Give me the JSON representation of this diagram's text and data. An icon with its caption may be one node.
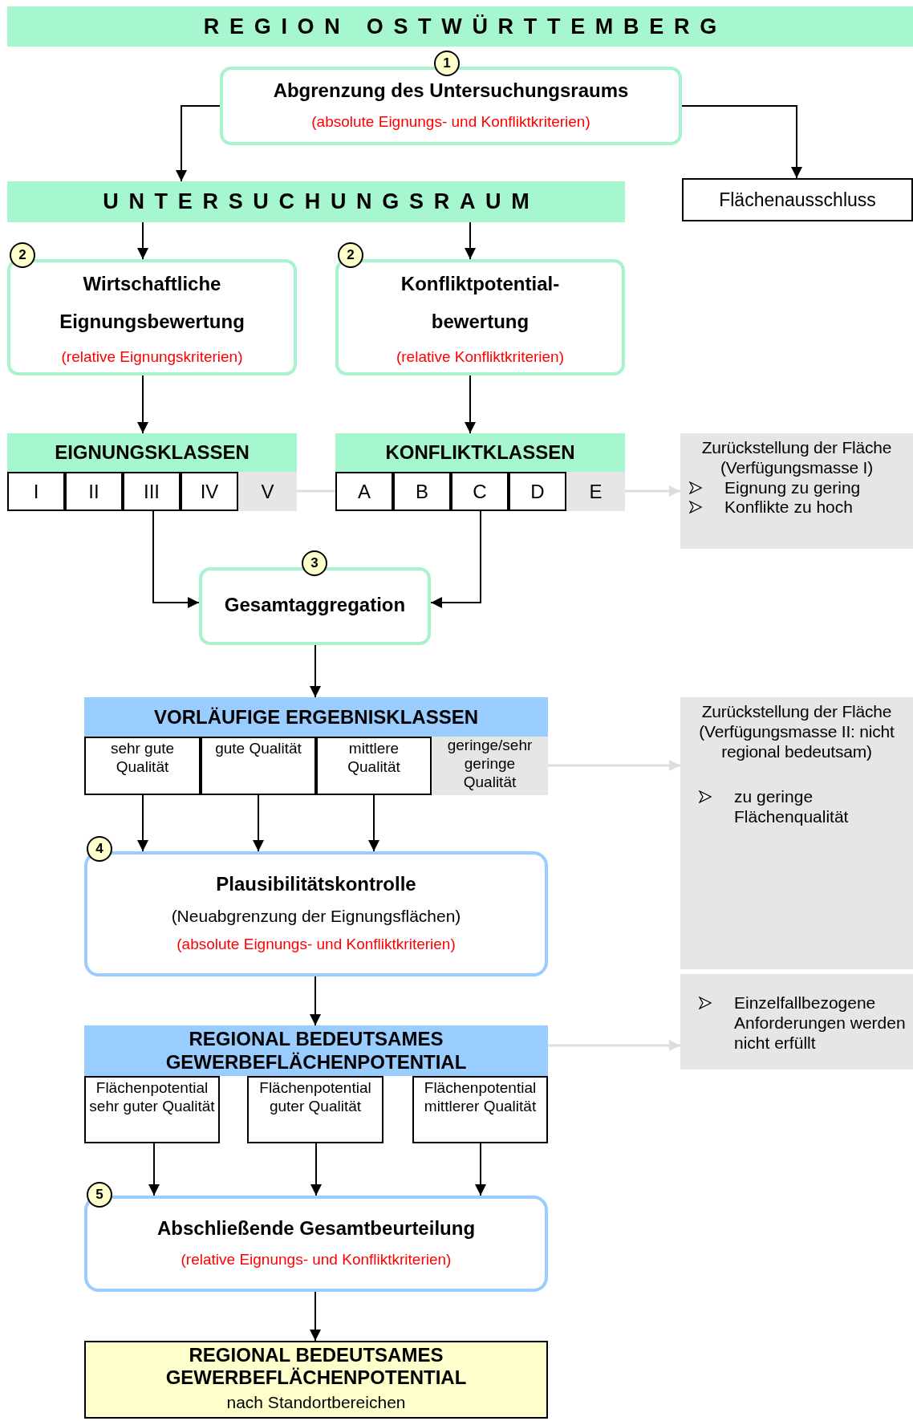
{
  "diagram": {
    "nodes": [
      {
        "text": [
          "REGION OSTWÜRTTEMBERG"
        ]
      },
      {
        "text": [
          "Abgrenzung des Untersuchungsraums",
          "(absolute Eignungs- und Konfliktkriterien)"
        ]
      },
      {
        "text": [
          "UNTERSUCHUNGSRAUM"
        ]
      },
      {
        "text": [
          "Flächenausschluss"
        ]
      },
      {
        "text": [
          "Wirtschaftliche Eignungsbewertung",
          "(relative Eignungskriterien)"
        ]
      },
      {
        "text": [
          "Konfliktpotential- bewertung",
          "(relative Konfliktkriterien)"
        ]
      },
      {
        "text": [
          "EIGNUNGSKLASSEN"
        ]
      },
      {
        "text": [
          "I"
        ]
      },
      {
        "text": [
          "II"
        ]
      },
      {
        "text": [
          "III"
        ]
      },
      {
        "text": [
          "IV"
        ]
      },
      {
        "text": [
          "V"
        ]
      },
      {
        "text": [
          "KONFLIKTKLASSEN"
        ]
      },
      {
        "text": [
          "A"
        ]
      },
      {
        "text": [
          "B"
        ]
      },
      {
        "text": [
          "C"
        ]
      },
      {
        "text": [
          "D"
        ]
      },
      {
        "text": [
          "E"
        ]
      },
      {
        "text": [
          "Zurückstellung der Fläche (Verfügungsmasse I)",
          "Eignung zu gering",
          "Konflikte zu hoch"
        ]
      },
      {
        "text": [
          "Gesamtaggregation"
        ]
      },
      {
        "text": [
          "VORLÄUFIGE ERGEBNISKLASSEN"
        ]
      },
      {
        "text": [
          "sehr gute Qualität"
        ]
      },
      {
        "text": [
          "gute Qualität"
        ]
      },
      {
        "text": [
          "mittlere Qualität"
        ]
      },
      {
        "text": [
          "geringe/sehr geringe Qualität"
        ]
      },
      {
        "text": [
          "Zurückstellung der Fläche (Verfügungsmasse II: nicht regional bedeutsam)",
          "zu geringe Flächenqualität"
        ]
      },
      {
        "text": [
          "Einzelfallbezogene Anforderungen werden nicht erfüllt"
        ]
      },
      {
        "text": [
          "Plausibilitätskontrolle",
          "(Neuabgrenzung der Eignungsflächen)",
          "(absolute Eignungs- und Konfliktkriterien)"
        ]
      },
      {
        "text": [
          "REGIONAL BEDEUTSAMES GEWERBEFLÄCHENPOTENTIAL"
        ]
      },
      {
        "text": [
          "Flächenpotential sehr guter Qualität"
        ]
      },
      {
        "text": [
          "Flächenpotential guter Qualität"
        ]
      },
      {
        "text": [
          "Flächenpotential mittlerer Qualität"
        ]
      },
      {
        "text": [
          "Abschließende Gesamtbeurteilung",
          "(relative Eignungs- und Konfliktkriterien)"
        ]
      },
      {
        "text": [
          "REGIONAL BEDEUTSAMES GEWERBEFLÄCHENPOTENTIAL",
          "nach Standortbereichen"
        ]
      }
    ],
    "edges": [
      {
        "from": 1,
        "to": 2,
        "arrow": "to"
      },
      {
        "from": 1,
        "to": 3,
        "arrow": "to"
      },
      {
        "from": 2,
        "to": 4,
        "arrow": "to"
      },
      {
        "from": 2,
        "to": 5,
        "arrow": "to"
      },
      {
        "from": 4,
        "to": 6,
        "arrow": "to"
      },
      {
        "from": 5,
        "to": 12,
        "arrow": "to"
      },
      {
        "from": 11,
        "to": 13,
        "arrow": "none",
        "color": "#dddddd"
      },
      {
        "from": 17,
        "to": 18,
        "arrow": "to",
        "color": "#dddddd"
      },
      {
        "from": 9,
        "to": 19,
        "arrow": "to"
      },
      {
        "from": 15,
        "to": 19,
        "arrow": "to"
      },
      {
        "from": 19,
        "to": 20,
        "arrow": "to"
      },
      {
        "from": 24,
        "to": 25,
        "arrow": "to",
        "color": "#dddddd"
      },
      {
        "from": 21,
        "to": 27,
        "arrow": "to"
      },
      {
        "from": 22,
        "to": 27,
        "arrow": "to"
      },
      {
        "from": 23,
        "to": 27,
        "arrow": "to"
      },
      {
        "from": 27,
        "to": 28,
        "arrow": "to"
      },
      {
        "from": 28,
        "to": 26,
        "arrow": "to",
        "color": "#dddddd"
      },
      {
        "from": 29,
        "to": 32,
        "arrow": "to"
      },
      {
        "from": 30,
        "to": 32,
        "arrow": "to"
      },
      {
        "from": 31,
        "to": 32,
        "arrow": "to"
      },
      {
        "from": 32,
        "to": 33,
        "arrow": "to"
      }
    ],
    "labels": [
      "1",
      "2",
      "2",
      "3",
      "4",
      "5"
    ]
  }
}
